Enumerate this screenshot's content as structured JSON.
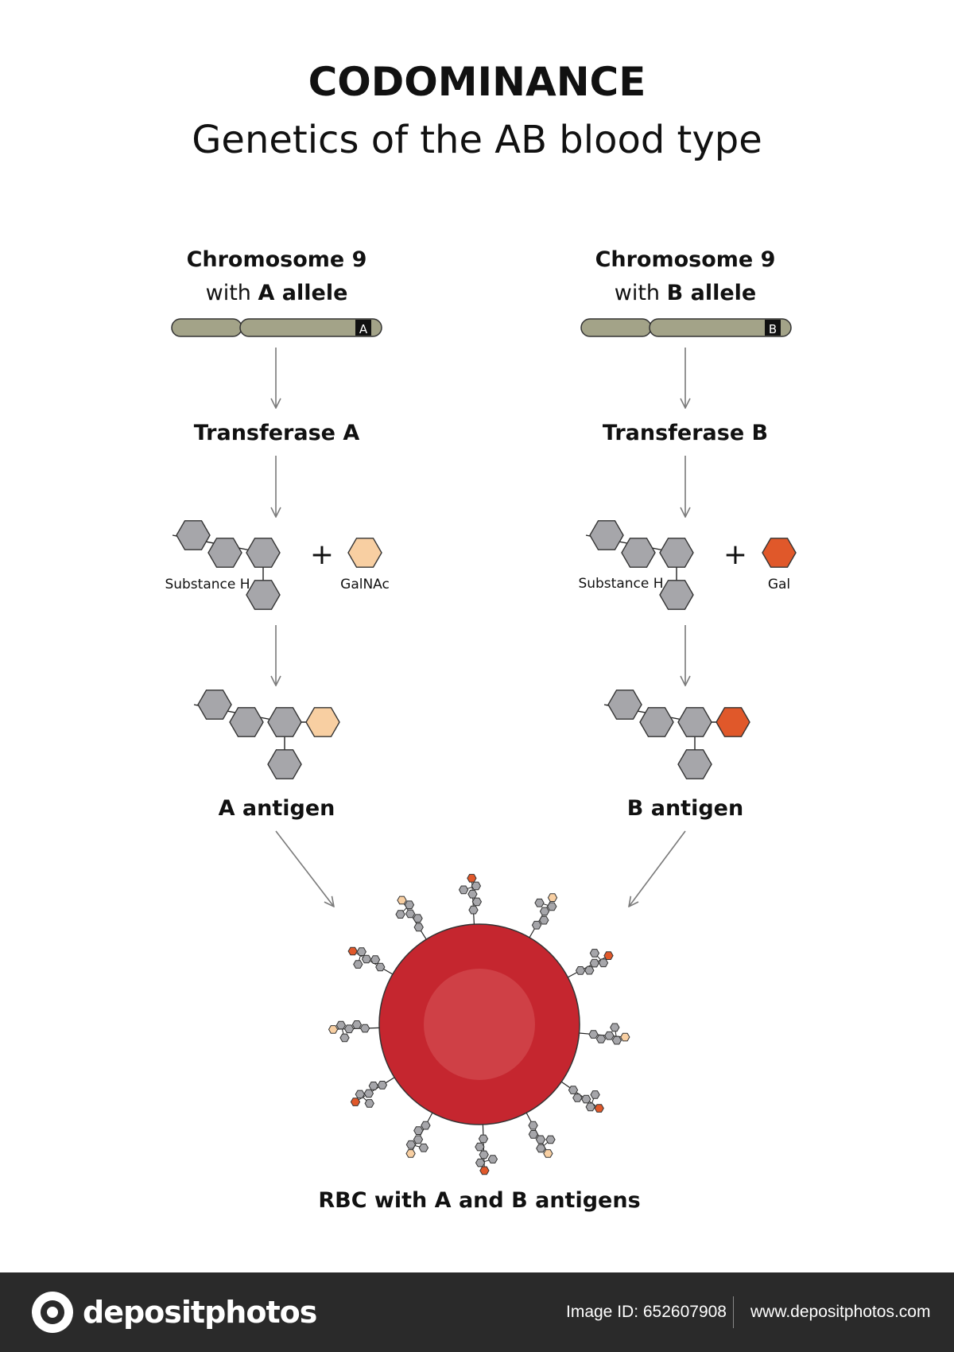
{
  "title": "CODOMINANCE",
  "subtitle": "Genetics of the AB blood type",
  "left": {
    "chrom_line1": "Chromosome 9",
    "chrom_with": "with ",
    "chrom_allele": "A allele",
    "marker": "A",
    "enzyme": "Transferase A",
    "substance": "Substance H",
    "sugar": "GalNAc",
    "antigen": "A antigen",
    "sugar_color": "#f8cfa2"
  },
  "right": {
    "chrom_line1": "Chromosome 9",
    "chrom_with": "with ",
    "chrom_allele": "B allele",
    "marker": "B",
    "enzyme": "Transferase B",
    "substance": "Substance H",
    "sugar": "Gal",
    "antigen": "B antigen",
    "sugar_color": "#e0582a"
  },
  "plus": "+",
  "rbc_label": "RBC with A  and B antigens",
  "colors": {
    "hexagon_gray": "#a6a6aa",
    "chromosome": "#a3a388",
    "rbc": "#c5262f",
    "rbc_highlight": "#cf4046",
    "footer_bg": "#2a2a2a"
  },
  "footer": {
    "brand": "depositphotos",
    "image_id": "Image ID: 652607908",
    "url": "www.depositphotos.com"
  }
}
